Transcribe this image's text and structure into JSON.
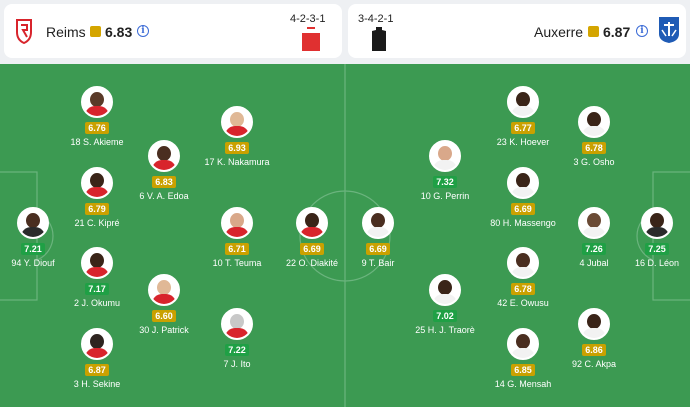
{
  "home": {
    "name": "Reims",
    "rating": "6.83",
    "formation": "4-2-3-1",
    "shirt_color": "#e03030",
    "logo_color": "#d8242c"
  },
  "away": {
    "name": "Auxerre",
    "rating": "6.87",
    "formation": "3-4-2-1",
    "shirt_color": "#1a1a1a",
    "logo_color": "#1f5bb5"
  },
  "players": [
    {
      "label": "18 S. Akieme",
      "rating": "6.76",
      "color": "yellow"
    },
    {
      "label": "17 K. Nakamura",
      "rating": "6.93",
      "color": "yellow"
    },
    {
      "label": "6 V. A. Edoa",
      "rating": "6.83",
      "color": "yellow"
    },
    {
      "label": "21 C. Kipré",
      "rating": "6.79",
      "color": "yellow"
    },
    {
      "label": "94 Y. Diouf",
      "rating": "7.21",
      "color": "green"
    },
    {
      "label": "10 T. Teuma",
      "rating": "6.71",
      "color": "yellow"
    },
    {
      "label": "22 O. Diakité",
      "rating": "6.69",
      "color": "yellow"
    },
    {
      "label": "2 J. Okumu",
      "rating": "7.17",
      "color": "green"
    },
    {
      "label": "30 J. Patrick",
      "rating": "6.60",
      "color": "yellow"
    },
    {
      "label": "3 H. Sekine",
      "rating": "6.87",
      "color": "yellow"
    },
    {
      "label": "7 J. Ito",
      "rating": "7.22",
      "color": "green"
    },
    {
      "label": "23 K. Hoever",
      "rating": "6.77",
      "color": "yellow"
    },
    {
      "label": "3 G. Osho",
      "rating": "6.78",
      "color": "yellow"
    },
    {
      "label": "10 G. Perrin",
      "rating": "7.32",
      "color": "green"
    },
    {
      "label": "80 H. Massengo",
      "rating": "6.69",
      "color": "yellow"
    },
    {
      "label": "9 T. Bair",
      "rating": "6.69",
      "color": "yellow"
    },
    {
      "label": "4 Jubal",
      "rating": "7.26",
      "color": "green"
    },
    {
      "label": "16 D. Léon",
      "rating": "7.25",
      "color": "green"
    },
    {
      "label": "42 E. Owusu",
      "rating": "6.78",
      "color": "yellow"
    },
    {
      "label": "25 H. J. Traorè",
      "rating": "7.02",
      "color": "green"
    },
    {
      "label": "92 C. Akpa",
      "rating": "6.86",
      "color": "yellow"
    },
    {
      "label": "14 G. Mensah",
      "rating": "6.85",
      "color": "yellow"
    }
  ]
}
